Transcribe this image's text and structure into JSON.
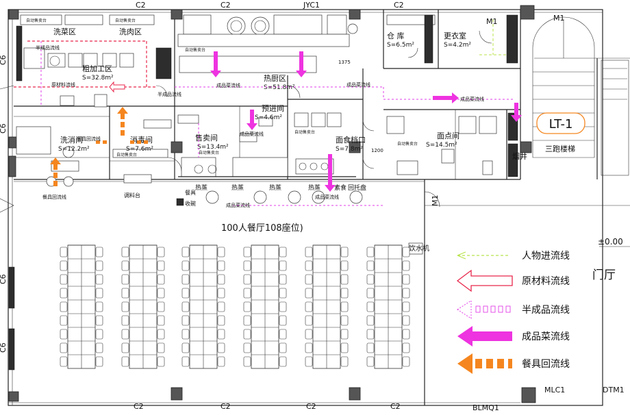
{
  "axes": {
    "top": [
      "C2",
      "C2",
      "JYC1",
      "C2",
      "M1",
      "M1"
    ],
    "bottom": [
      "C2",
      "C2",
      "C2",
      "C2",
      "BLMQ1",
      "MLC1",
      "DTM1"
    ],
    "left": [
      "C6",
      "C6",
      "C6",
      "C6"
    ],
    "right_m1": "M1"
  },
  "rooms": [
    {
      "name": "洗菜区",
      "area": ""
    },
    {
      "name": "洗肉区",
      "area": ""
    },
    {
      "name": "粗加工区",
      "area": "S=32.8m²"
    },
    {
      "name": "热厨区",
      "area": "S=51.8m²"
    },
    {
      "name": "仓 库",
      "area": "S=6.5m²"
    },
    {
      "name": "更衣室",
      "area": "S=4.2m²"
    },
    {
      "name": "洗消间",
      "area": "S=12.2m²"
    },
    {
      "name": "消毒间",
      "area": "S=7.6m²"
    },
    {
      "name": "售卖间",
      "area": "S=13.4m²"
    },
    {
      "name": "预进间",
      "area": "S=4.6m²"
    },
    {
      "name": "面食档口",
      "area": "S=7.8m²"
    },
    {
      "name": "面点间",
      "area": "S=14.5m²"
    },
    {
      "name": "烟井",
      "area": ""
    }
  ],
  "stair": {
    "badge": "LT-1",
    "label": "三跑楼梯"
  },
  "dining": {
    "title": "100人餐厅108座位)"
  },
  "counter_labels": [
    "热蒸",
    "热蒸",
    "热蒸",
    "热蒸",
    "素食"
  ],
  "misc_labels": {
    "water": "饮水机",
    "tray": "回托盘",
    "dims": [
      "1375",
      "1200"
    ],
    "dish": "餐具",
    "collect": "收碗",
    "seasoning": "调料台",
    "door_hall": "门厅",
    "level": "±0.00",
    "tiny": "自动售卖台"
  },
  "flow_tags": {
    "finished": "成品菜流线",
    "semi": "半成品流线",
    "raw": "原材料流线",
    "return": "餐具回流线"
  },
  "legend": [
    {
      "label": "人物进流线",
      "color": "#b8e34a",
      "style": "dashed-thin"
    },
    {
      "label": "原材料流线",
      "color": "#e8264b",
      "style": "hollow"
    },
    {
      "label": "半成品流线",
      "color": "#e23ee8",
      "style": "dashed-hollow"
    },
    {
      "label": "成品菜流线",
      "color": "#ee33e0",
      "style": "solid"
    },
    {
      "label": "餐具回流线",
      "color": "#f5861f",
      "style": "dashed-solid"
    }
  ]
}
